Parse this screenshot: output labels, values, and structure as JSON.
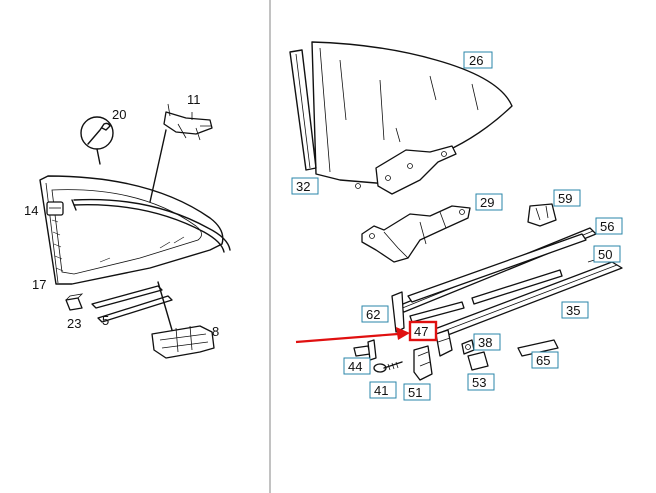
{
  "callouts": {
    "c20": "20",
    "c11": "11",
    "c14": "14",
    "c17": "17",
    "c23": "23",
    "c5": "5",
    "c8": "8",
    "c26": "26",
    "c32": "32",
    "c29": "29",
    "c59": "59",
    "c56": "56",
    "c50": "50",
    "c62": "62",
    "c35": "35",
    "c47": "47",
    "c38": "38",
    "c44": "44",
    "c65": "65",
    "c53": "53",
    "c41": "41",
    "c51": "51"
  },
  "colors": {
    "box_border": "#2a86a8",
    "highlight": "#e01010",
    "line": "#111111",
    "divider": "#999999"
  },
  "icons": {
    "tool_symbol": "wrench-icon",
    "pointer": "red-arrow-icon"
  }
}
